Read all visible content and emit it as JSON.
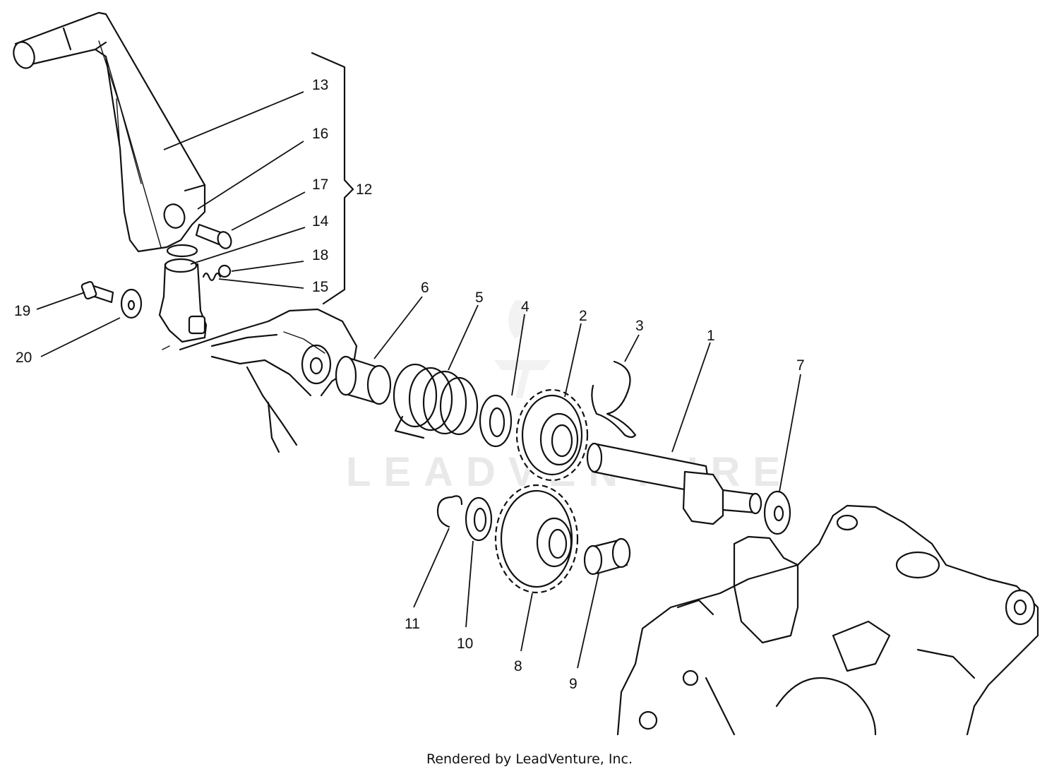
{
  "watermark": "LEADVENTURE",
  "footer": "Rendered by LeadVenture, Inc.",
  "callouts": {
    "c1": "1",
    "c2": "2",
    "c3": "3",
    "c4": "4",
    "c5": "5",
    "c6": "6",
    "c7": "7",
    "c8": "8",
    "c9": "9",
    "c10": "10",
    "c11": "11",
    "c12": "12",
    "c13": "13",
    "c14": "14",
    "c15": "15",
    "c16": "16",
    "c17": "17",
    "c18": "18",
    "c19": "19",
    "c20": "20"
  }
}
